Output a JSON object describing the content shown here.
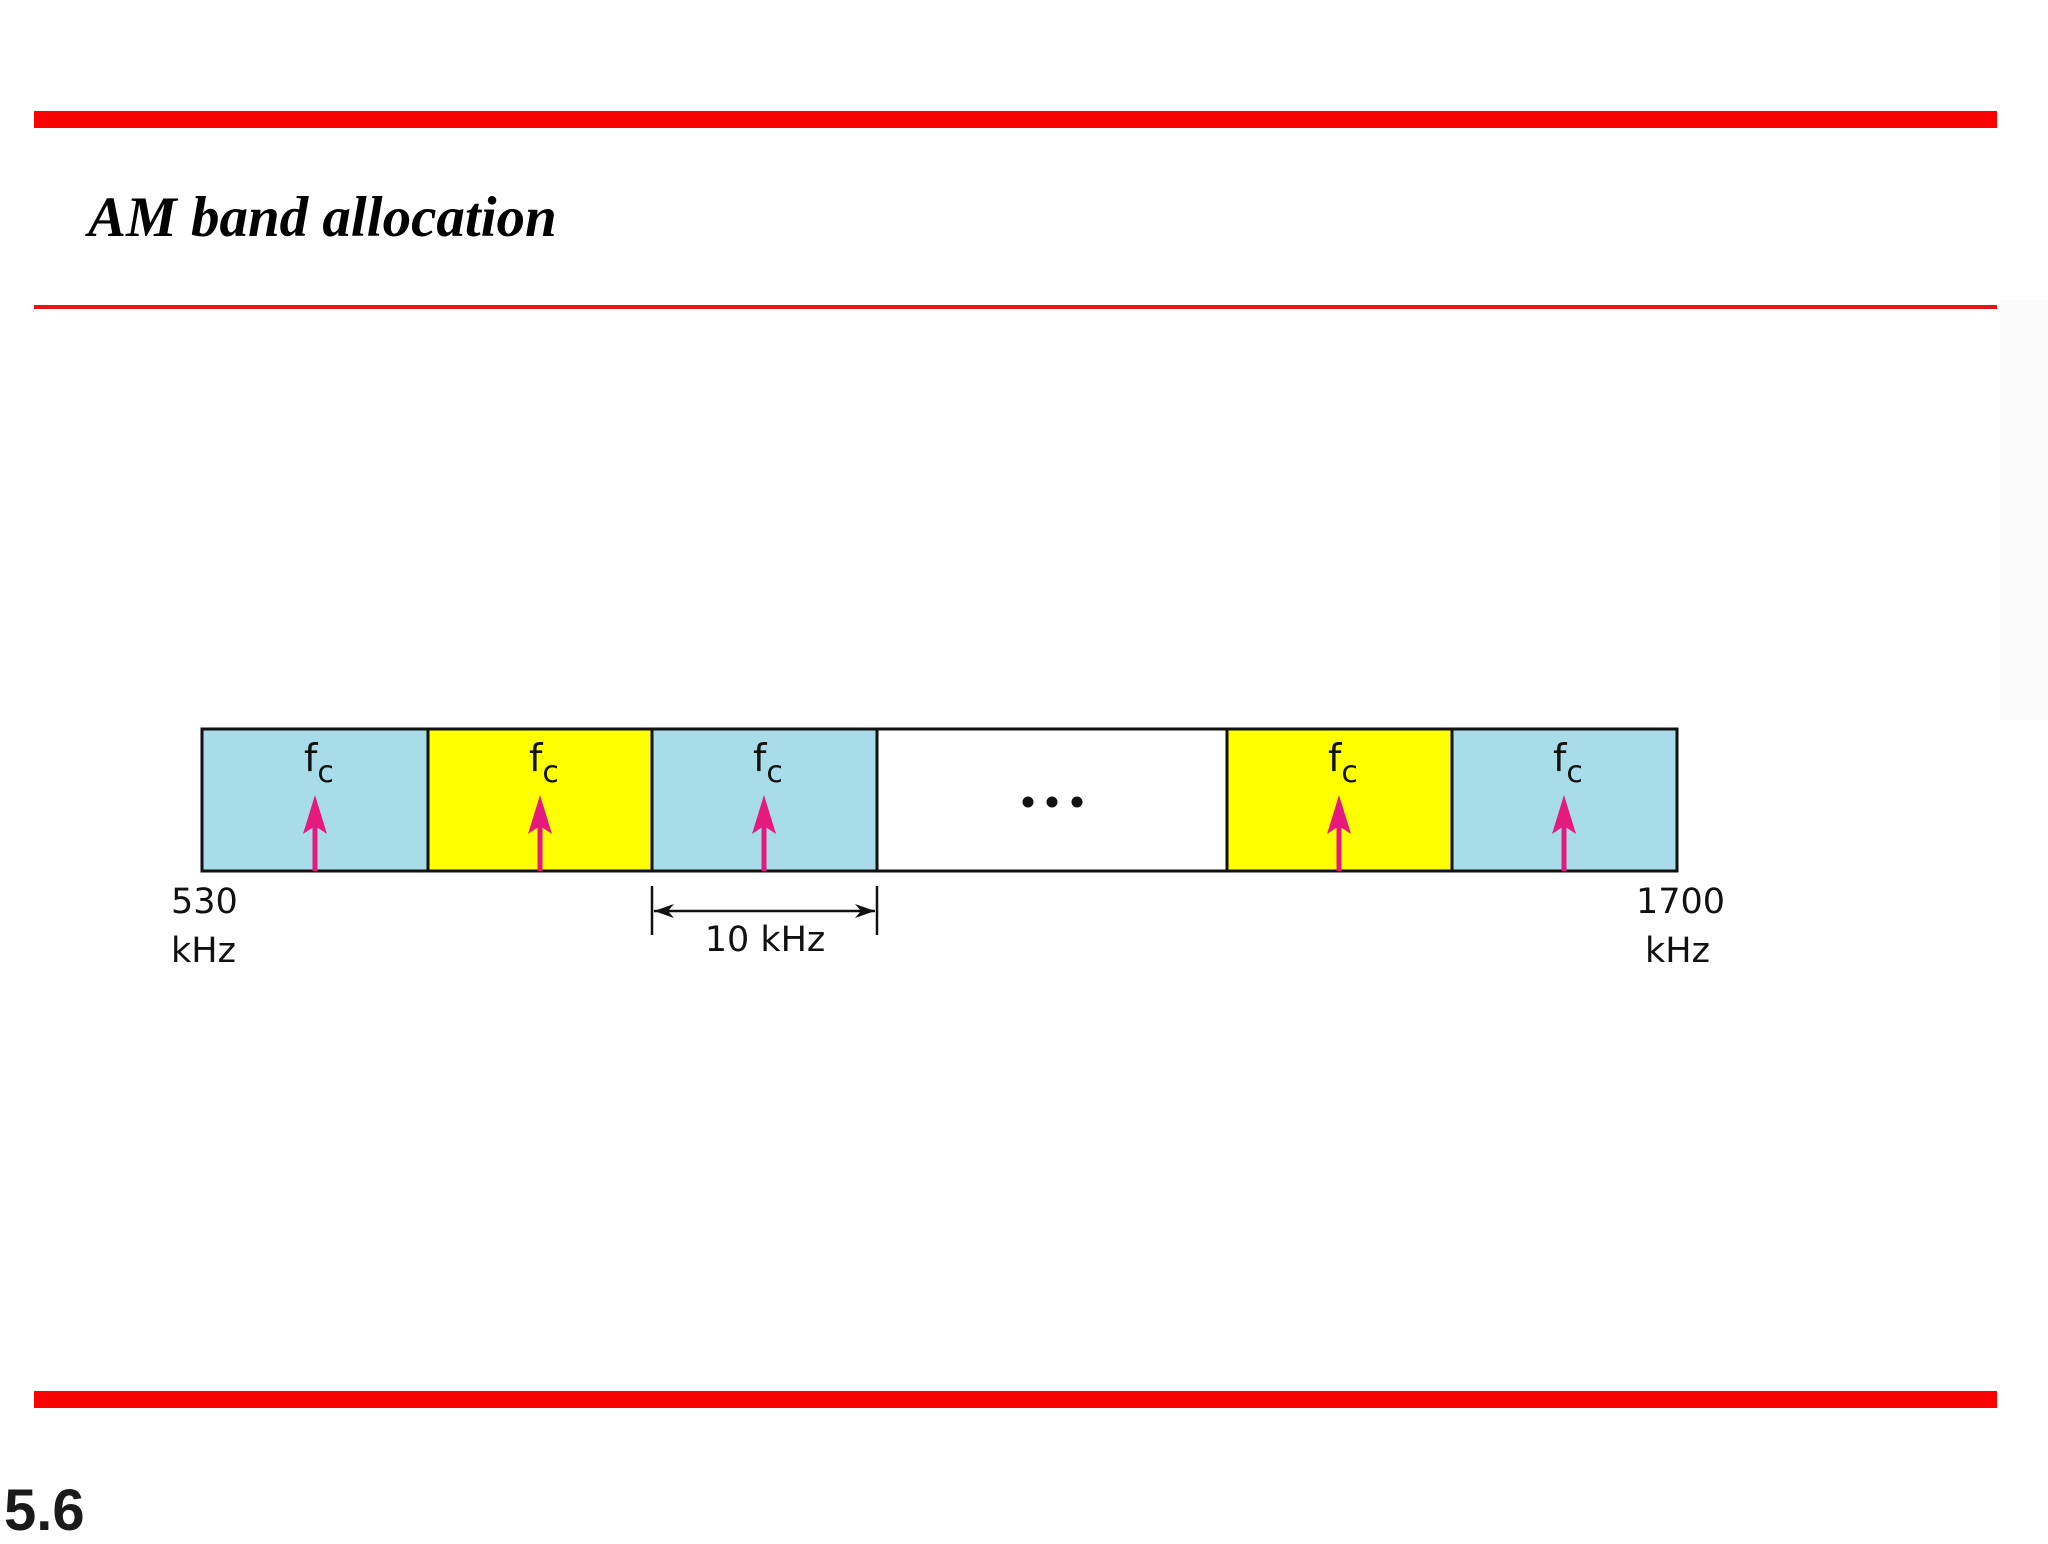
{
  "slide": {
    "title": "AM band allocation",
    "number": "5.6"
  },
  "colors": {
    "rule_red": "#ff0000",
    "channel_blue": "#a8dce8",
    "channel_yellow": "#ffff00",
    "carrier_arrow": "#e6197e",
    "gap_white": "#ffffff",
    "outline": "#111111"
  },
  "diagram": {
    "band_start_label": [
      "530",
      "kHz"
    ],
    "band_end_label": [
      "1700",
      "kHz"
    ],
    "channel_width_label": "10 kHz",
    "ellipsis": "...",
    "carrier_label": "f",
    "carrier_subscript": "c",
    "channels": [
      {
        "color": "blue",
        "has_carrier": true
      },
      {
        "color": "yellow",
        "has_carrier": true
      },
      {
        "color": "blue",
        "has_carrier": true
      },
      {
        "color": "gap",
        "has_carrier": false
      },
      {
        "color": "yellow",
        "has_carrier": true
      },
      {
        "color": "blue",
        "has_carrier": true
      }
    ]
  }
}
